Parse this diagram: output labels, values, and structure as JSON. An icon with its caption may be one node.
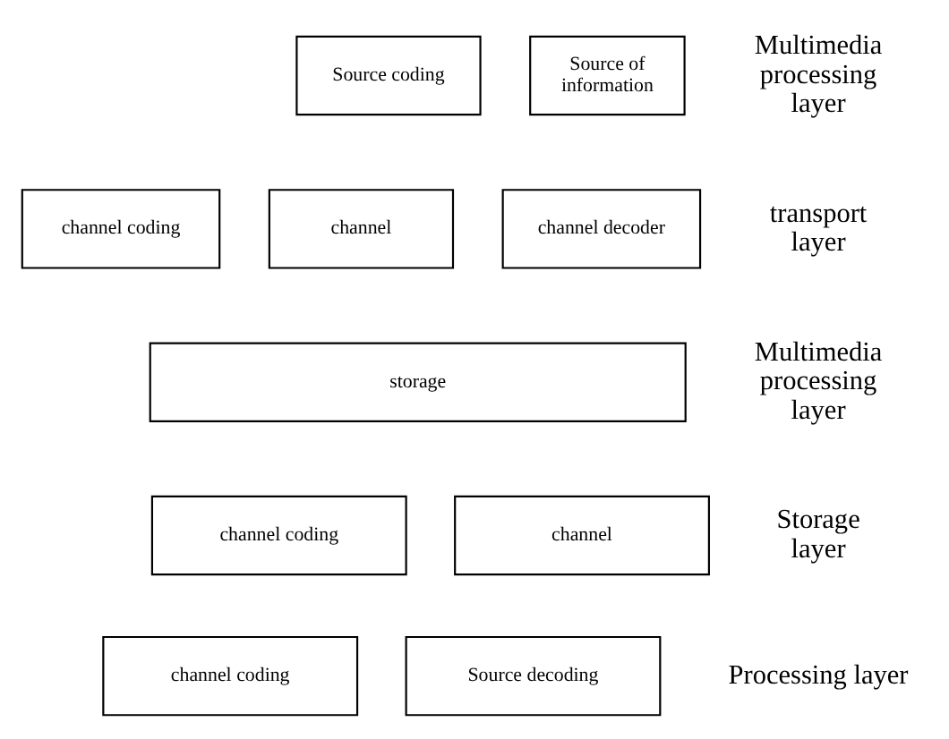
{
  "diagram": {
    "nodes": [
      {
        "text": [
          "Source coding"
        ]
      },
      {
        "text": [
          "Source of information"
        ]
      },
      {
        "text": [
          "channel coding"
        ]
      },
      {
        "text": [
          "channel"
        ]
      },
      {
        "text": [
          "channel decoder"
        ]
      },
      {
        "text": [
          "storage"
        ]
      },
      {
        "text": [
          "channel coding"
        ]
      },
      {
        "text": [
          "channel"
        ]
      },
      {
        "text": [
          "channel coding"
        ]
      },
      {
        "text": [
          "Source decoding"
        ]
      }
    ],
    "labels": [
      "Multimedia processing layer",
      "transport layer",
      "Multimedia processing layer",
      "Storage layer",
      "Processing layer"
    ]
  }
}
